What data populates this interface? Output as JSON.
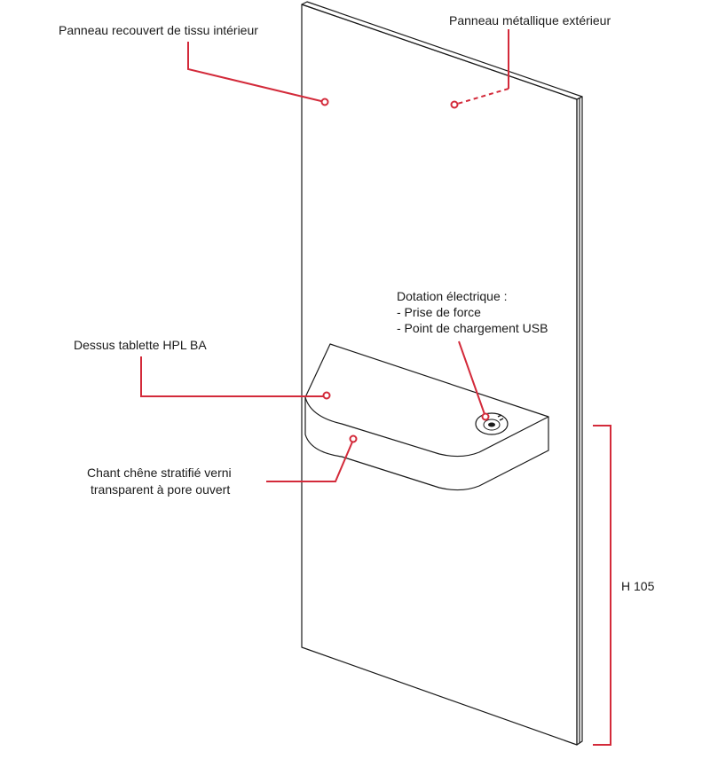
{
  "labels": {
    "fabric_panel": "Panneau recouvert de tissu intérieur",
    "metal_panel": "Panneau métallique extérieur",
    "electric_title": "Dotation électrique :",
    "electric_item_1": "- Prise de force",
    "electric_item_2": "- Point de chargement USB",
    "tablet_top": "Dessus tablette HPL BA",
    "edge_line_1": "Chant chêne stratifié verni",
    "edge_line_2": "transparent à pore ouvert",
    "height": "H 105"
  },
  "colors": {
    "accent": "#d32a3a",
    "outline": "#1a1a1a"
  }
}
